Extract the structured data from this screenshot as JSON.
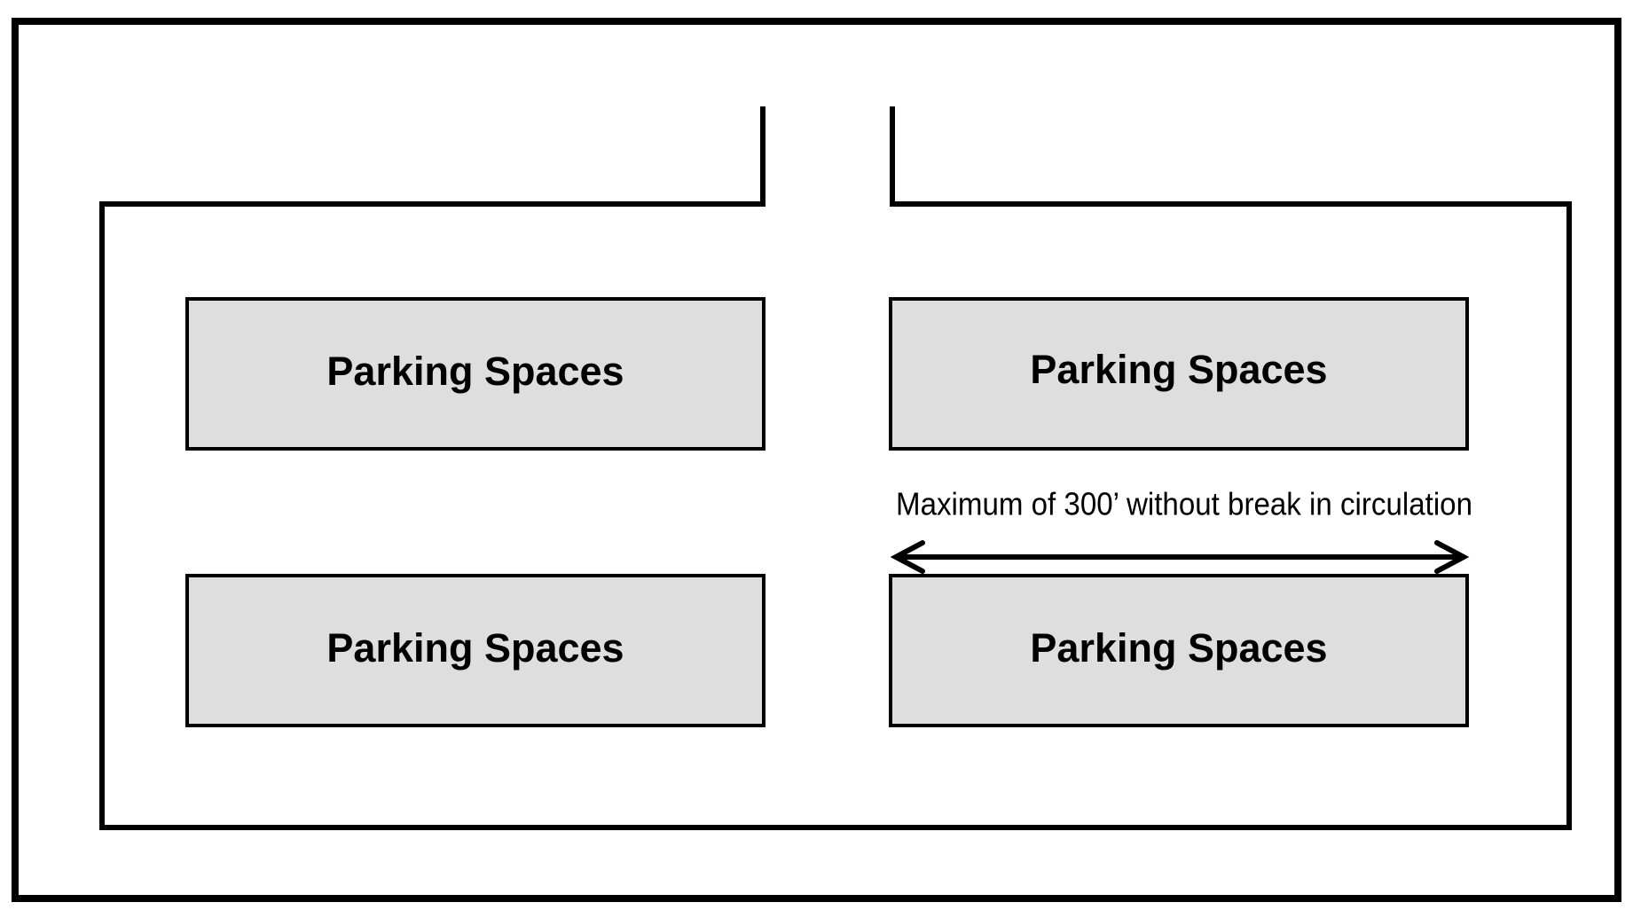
{
  "diagram": {
    "parking_blocks": [
      {
        "label": "Parking Spaces"
      },
      {
        "label": "Parking Spaces"
      },
      {
        "label": "Parking Spaces"
      },
      {
        "label": "Parking Spaces"
      }
    ],
    "dimension_label": "Maximum of 300’ without break in circulation"
  },
  "colors": {
    "stroke": "#000000",
    "parking_fill": "#dedede",
    "background": "#ffffff"
  }
}
